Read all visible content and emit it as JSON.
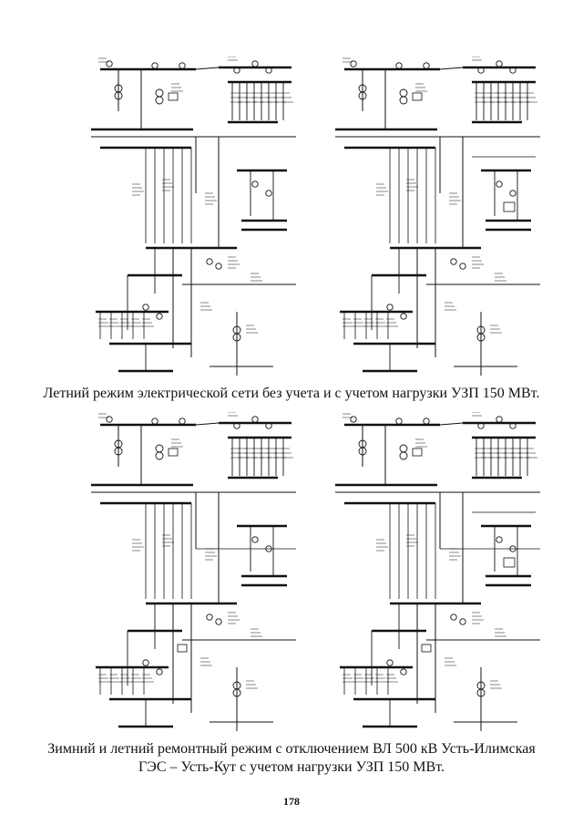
{
  "document": {
    "captions": [
      "Летний режим электрической сети без учета и с учетом нагрузки УЗП 150 МВт.",
      "Зимний и летний ремонтный режим с отключением ВЛ 500 кВ Усть-Илимская ГЭС – Усть-Кут с учетом нагрузки УЗП 150 МВт."
    ],
    "page_number": "178"
  }
}
